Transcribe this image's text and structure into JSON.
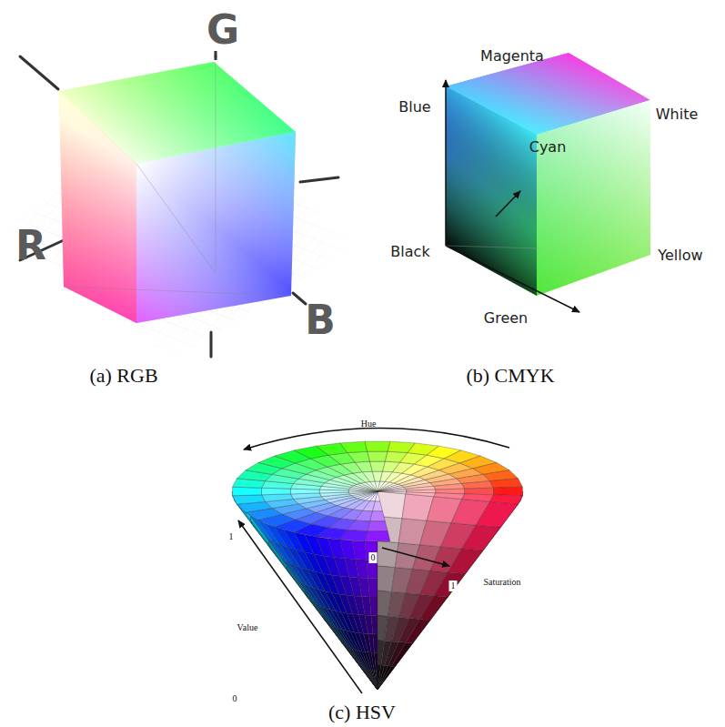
{
  "diagram": {
    "labels": [
      "G",
      "R",
      "B",
      "Magenta",
      "Blue",
      "White",
      "Cyan",
      "Black",
      "Yellow",
      "Green",
      "(a) RGB",
      "(b) CMYK",
      "Hue",
      "1",
      "0",
      "1",
      "Saturation",
      "Value",
      "0",
      "(c) HSV"
    ]
  }
}
